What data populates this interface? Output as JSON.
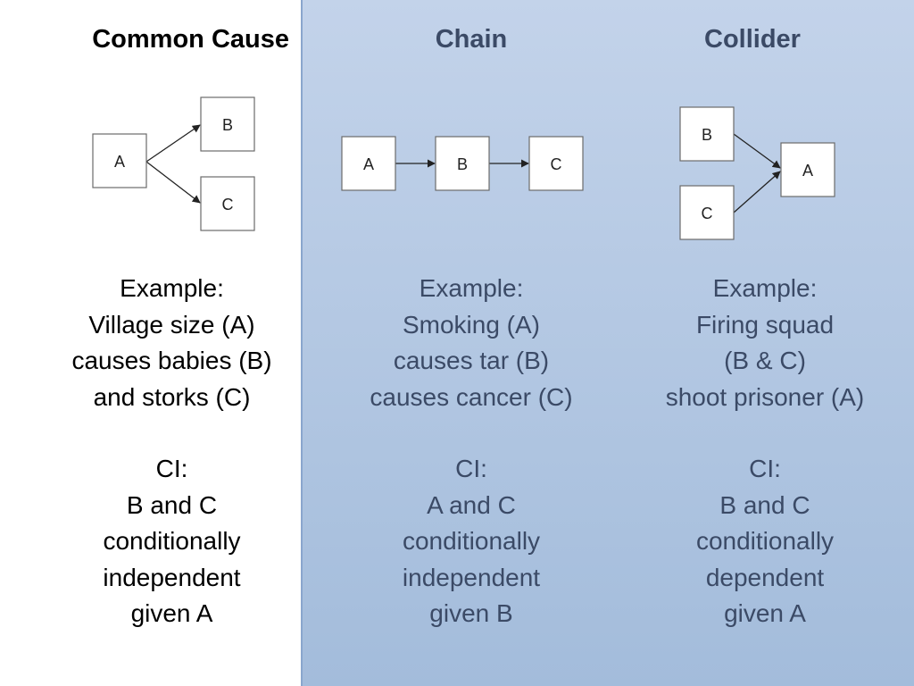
{
  "columns": [
    {
      "heading": "Common Cause",
      "example_lines": [
        "Example:",
        "Village size (A)",
        "causes babies (B)",
        "and storks (C)"
      ],
      "ci_lines": [
        "CI:",
        "B and C",
        "conditionally",
        "independent",
        "given A"
      ],
      "node_labels": {
        "a": "A",
        "b": "B",
        "c": "C"
      }
    },
    {
      "heading": "Chain",
      "example_lines": [
        "Example:",
        "Smoking (A)",
        "causes tar (B)",
        "causes cancer (C)"
      ],
      "ci_lines": [
        "CI:",
        "A and C",
        "conditionally",
        "independent",
        "given B"
      ],
      "node_labels": {
        "a": "A",
        "b": "B",
        "c": "C"
      }
    },
    {
      "heading": "Collider",
      "example_lines": [
        "Example:",
        "Firing squad",
        "(B & C)",
        "shoot prisoner (A)"
      ],
      "ci_lines": [
        "CI:",
        "B and C",
        "conditionally",
        "dependent",
        "given A"
      ],
      "node_labels": {
        "a": "A",
        "b": "B",
        "c": "C"
      }
    }
  ],
  "colors": {
    "panel_top": "#c3d3ea",
    "panel_bottom": "#a3bcdb",
    "dark_text": "#3b4a66"
  }
}
